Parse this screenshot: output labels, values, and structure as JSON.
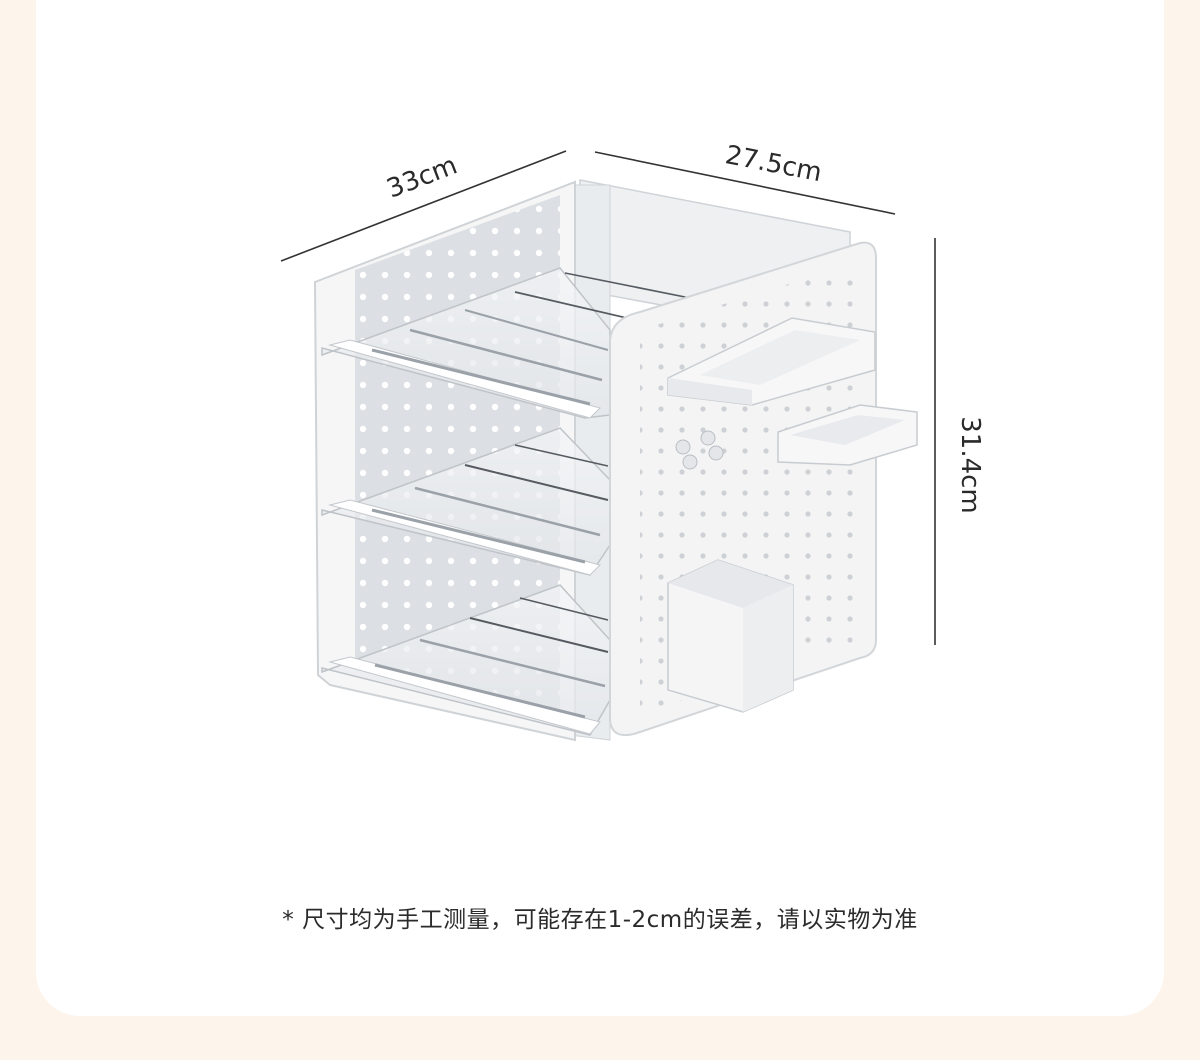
{
  "dimensions": {
    "width": "33cm",
    "depth": "27.5cm",
    "height": "31.4cm"
  },
  "note": "* 尺寸均为手工测量，可能存在1-2cm的误差，请以实物为准",
  "colors": {
    "page_background": "#fdf4ec",
    "card_background": "#ffffff",
    "product_white": "#f4f4f4",
    "clear_plastic": "#e9ecef",
    "dimension_line": "#333333"
  }
}
